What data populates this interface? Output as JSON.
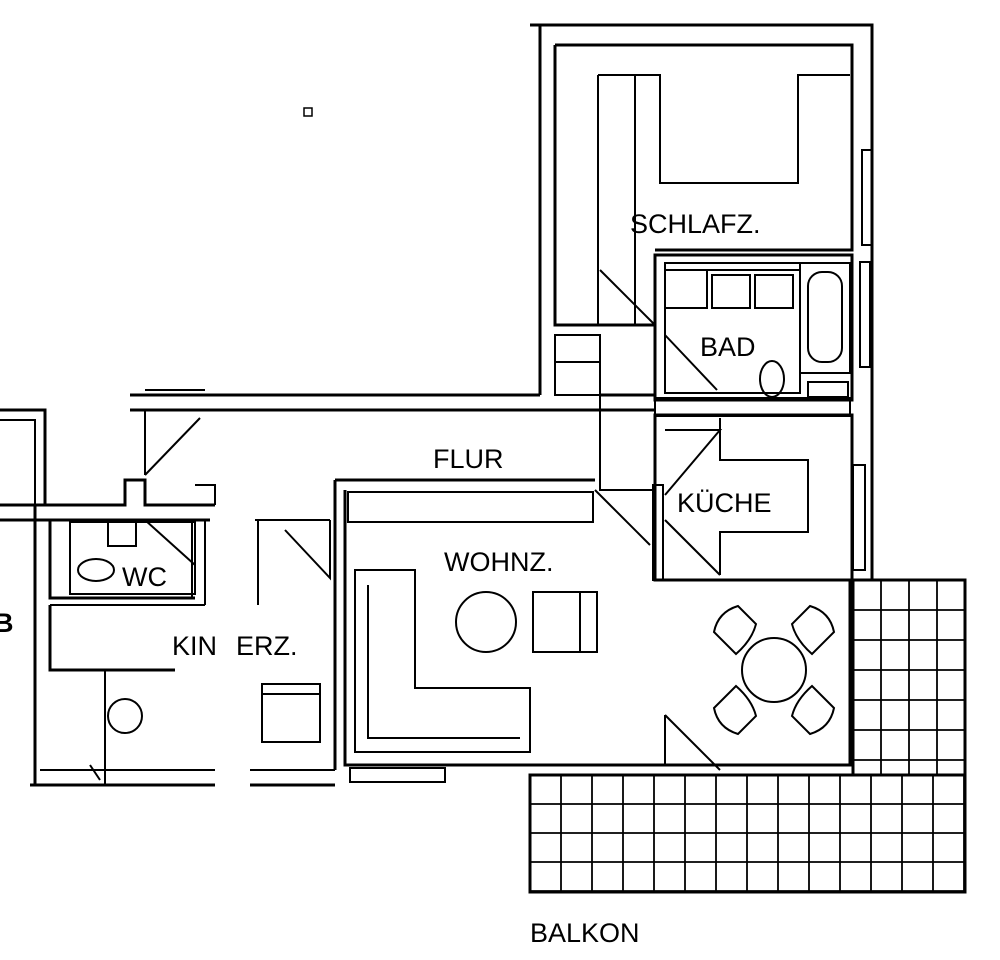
{
  "plan": {
    "rooms": {
      "schlafz": "SCHLAFZ.",
      "bad": "BAD",
      "flur": "FLUR",
      "kueche": "KÜCHE",
      "wc": "WC",
      "wohnz": "WOHNZ.",
      "kinderz_left": "KIN",
      "kinderz_right": "ERZ.",
      "balkon": "BALKON"
    },
    "edge_mark": "B"
  }
}
